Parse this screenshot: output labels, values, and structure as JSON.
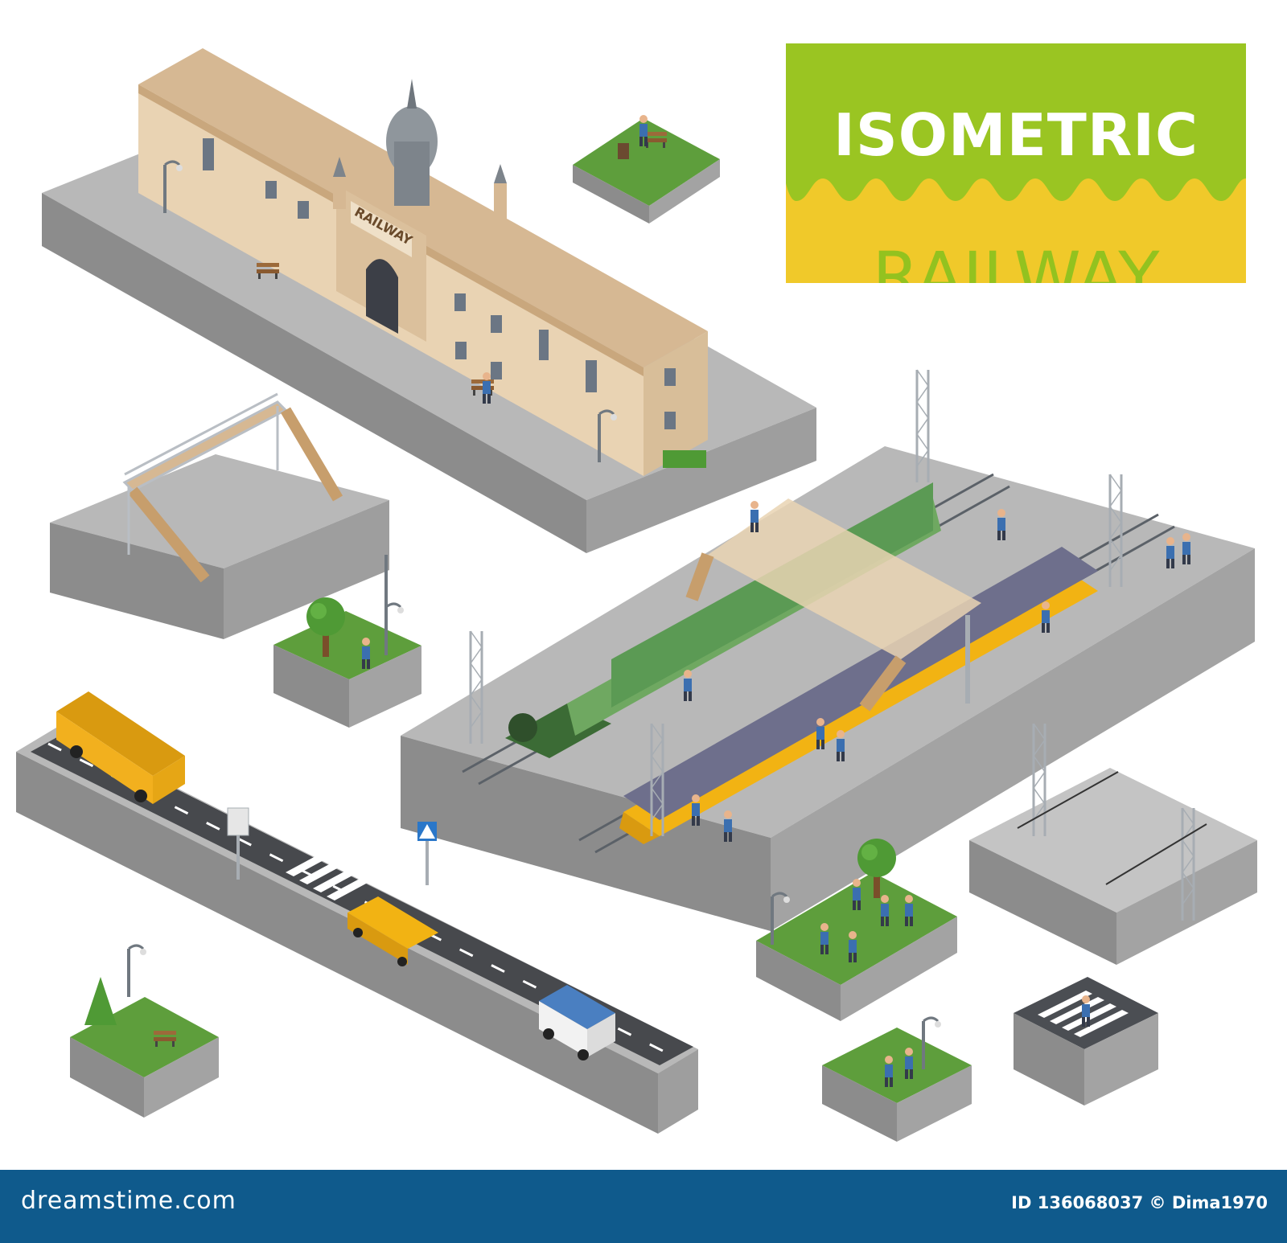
{
  "title": {
    "word1": "ISOMETRIC",
    "word2": "RAILWAY"
  },
  "station_sign": "RAILWAY",
  "footer": {
    "site": "dreamstime.com",
    "id_label": "ID 136068037 © Dima1970"
  },
  "watermark": "dreamstime",
  "colors": {
    "ground_top": "#b8b8b8",
    "ground_side": "#8c8c8c",
    "grass": "#5e9e3c",
    "station_wall": "#e9d3b3",
    "title_green": "#9ac522",
    "title_yellow": "#f0c92a",
    "footer_blue": "#0f5a8c",
    "bus_yellow": "#f2b01e",
    "train_green": "#5b9a54",
    "train_yellow": "#f2b313"
  },
  "icons": [
    "pedestrian-crossing-sign-icon",
    "street-lamp-icon",
    "bench-icon",
    "tree-icon"
  ]
}
